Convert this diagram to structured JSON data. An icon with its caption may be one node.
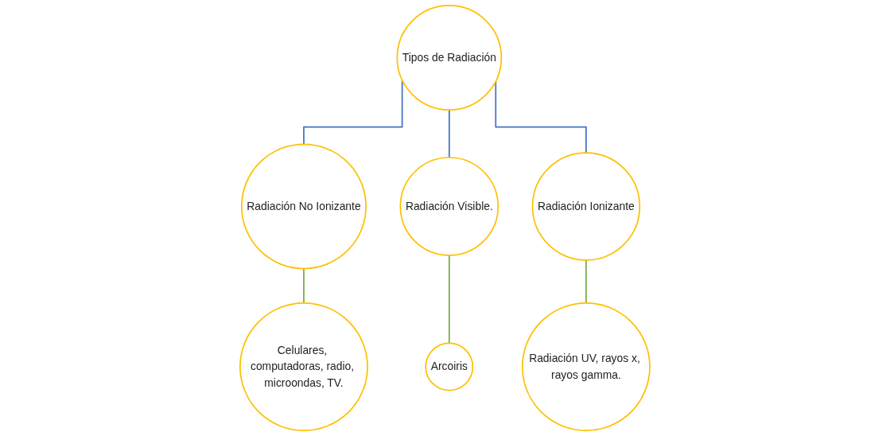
{
  "diagram": {
    "nodes": [
      {
        "text": [
          "Tipos de Radiación"
        ]
      },
      {
        "text": [
          "Radiación No Ionizante"
        ]
      },
      {
        "text": [
          "Radiación Visible."
        ]
      },
      {
        "text": [
          "Radiación Ionizante"
        ]
      },
      {
        "text": [
          "Celulares, computadoras, radio, microondas, TV."
        ]
      },
      {
        "text": [
          "Arcoiris"
        ]
      },
      {
        "text": [
          "Radiación UV, rayos x, rayos gamma."
        ]
      }
    ],
    "edges": [
      {
        "from": 0,
        "to": 1,
        "arrow": "none",
        "color": "#4472c4"
      },
      {
        "from": 0,
        "to": 2,
        "arrow": "none",
        "color": "#4472c4"
      },
      {
        "from": 0,
        "to": 3,
        "arrow": "none",
        "color": "#4472c4"
      },
      {
        "from": 1,
        "to": 4,
        "arrow": "none",
        "color": "#70ad47"
      },
      {
        "from": 2,
        "to": 5,
        "arrow": "none",
        "color": "#70ad47"
      },
      {
        "from": 3,
        "to": 6,
        "arrow": "none",
        "color": "#70ad47"
      }
    ]
  }
}
